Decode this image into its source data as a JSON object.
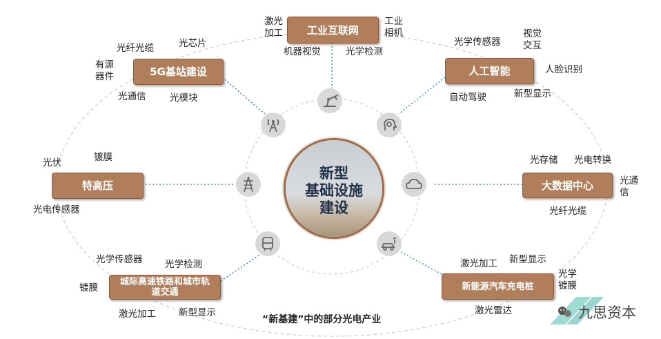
{
  "center": {
    "lines": [
      "新型",
      "基础设施",
      "建设"
    ]
  },
  "caption": "“新基建”中的部分光电产业",
  "watermark": "九思资本",
  "colors": {
    "box_fill": "#b07e5b",
    "icon_fill": "#d8d8d8",
    "connector": "#4a90c8"
  },
  "categories": {
    "industrial_internet": {
      "title": "工业互联网",
      "icon": "robot-arm-icon",
      "labels": [
        "激光加工",
        "工业相机",
        "机器视觉",
        "光学检测"
      ]
    },
    "ai": {
      "title": "人工智能",
      "icon": "ai-head-icon",
      "labels": [
        "光学传感器",
        "视觉交互",
        "人脸识别",
        "自动驾驶",
        "新型显示"
      ]
    },
    "big_data": {
      "title": "大数据中心",
      "icon": "cloud-icon",
      "labels": [
        "光存储",
        "光电转换",
        "光通信",
        "光纤光缆"
      ]
    },
    "ev_charging": {
      "title": "新能源汽车充电桩",
      "icon": "ev-charger-icon",
      "labels": [
        "激光加工",
        "新型显示",
        "光学镀膜",
        "激光雷达"
      ]
    },
    "rail_transit": {
      "title": "城际高速铁路和城市轨道交通",
      "icon": "train-icon",
      "labels": [
        "光学传感器",
        "光学检测",
        "镀膜",
        "激光加工",
        "新型显示"
      ]
    },
    "uhv": {
      "title": "特高压",
      "icon": "power-tower-icon",
      "labels": [
        "光伏",
        "镀膜",
        "光电传感器"
      ]
    },
    "base_5g": {
      "title": "5G基站建设",
      "icon": "antenna-icon",
      "labels": [
        "光纤光缆",
        "光芯片",
        "有源器件",
        "光通信",
        "光模块"
      ]
    }
  }
}
